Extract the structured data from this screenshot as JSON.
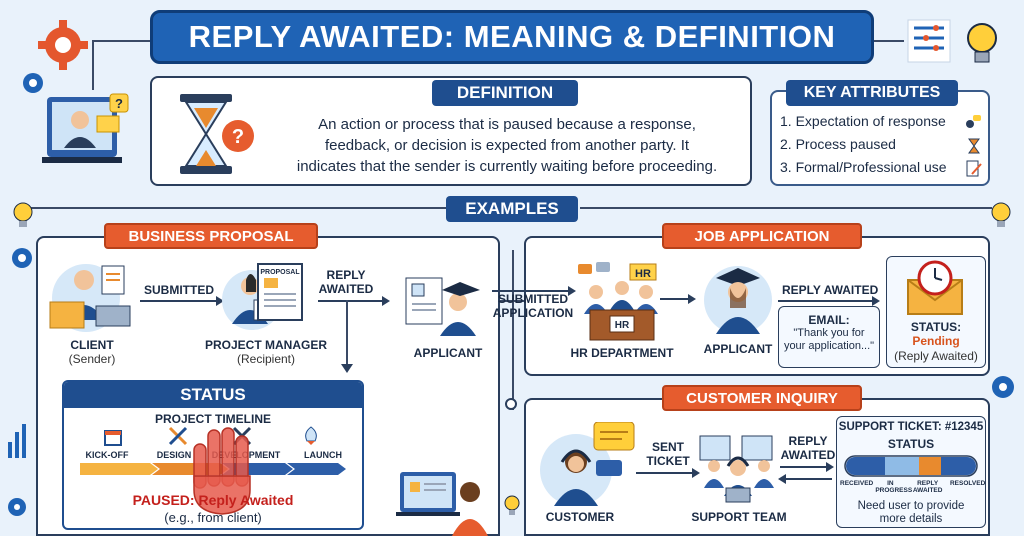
{
  "title": "REPLY AWAITED: MEANING & DEFINITION",
  "definition": {
    "header": "DEFINITION",
    "lines": [
      "An action or process that is paused because a response,",
      "feedback, or decision is expected from another party. It",
      "indicates that the sender is currently waiting before proceeding."
    ]
  },
  "key_attributes": {
    "header": "KEY ATTRIBUTES",
    "items": [
      "1. Expectation of response",
      "2. Process paused",
      "3. Formal/Professional use"
    ]
  },
  "examples_header": "EXAMPLES",
  "business_proposal": {
    "header": "BUSINESS PROPOSAL",
    "client_label": "CLIENT",
    "client_sub": "(Sender)",
    "submitted": "SUBMITTED",
    "proposal_doc": "PROPOSAL",
    "pm_label": "PROJECT MANAGER",
    "pm_sub": "(Recipient)",
    "reply_awaited": [
      "REPLY",
      "AWAITED"
    ],
    "applicant_label": "APPLICANT",
    "status": {
      "header": "STATUS",
      "timeline_title": "PROJECT TIMELINE",
      "phases": [
        "KICK-OFF",
        "DESIGN",
        "DEVELOPMENT",
        "LAUNCH"
      ],
      "paused": "PAUSED: Reply Awaited",
      "example": "(e.g., from client)"
    }
  },
  "job_application": {
    "header": "JOB APPLICATION",
    "submitted": [
      "SUBMITTED",
      "APPLICATION"
    ],
    "hr_sign": "HR",
    "hr_label": "HR DEPARTMENT",
    "applicant_label": "APPLICANT",
    "reply_awaited": "REPLY AWAITED",
    "email_label": "EMAIL:",
    "email_text": [
      "\"Thank you for",
      "your application...\""
    ],
    "status_label": "STATUS:",
    "status_value": "Pending",
    "status_sub": "(Reply Awaited)"
  },
  "customer_inquiry": {
    "header": "CUSTOMER INQUIRY",
    "customer_label": "CUSTOMER",
    "sent_ticket": [
      "SENT",
      "TICKET"
    ],
    "support_label": "SUPPORT TEAM",
    "reply_awaited": [
      "REPLY",
      "AWAITED"
    ],
    "ticket_title": "SUPPORT TICKET: #12345",
    "ticket_status": "STATUS",
    "stages": [
      "RECEIVED",
      "IN PROGRESS",
      "REPLY AWAITED",
      "RESOLVED"
    ],
    "note": [
      "Need user to provide",
      "more details"
    ]
  },
  "colors": {
    "navy": "#1f4e8f",
    "orange": "#e65c2e",
    "paused_red": "#c4201c",
    "pending": "#d8541e"
  }
}
